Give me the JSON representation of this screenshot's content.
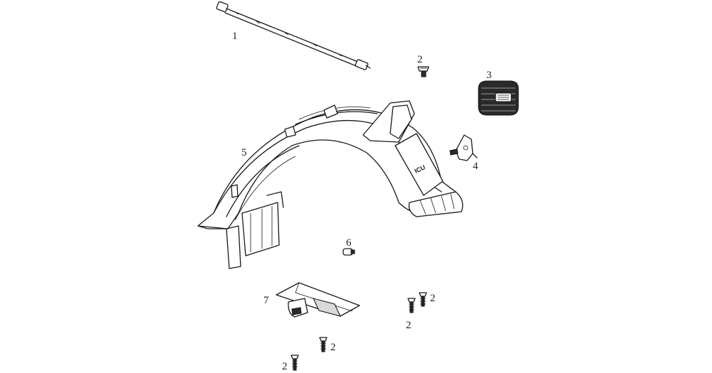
{
  "labels": {
    "p1": "1",
    "p2a": "2",
    "p3": "3",
    "p4": "4",
    "p5": "5",
    "p6": "6",
    "p7": "7",
    "p2b": "2",
    "p2c": "2",
    "p2d": "2",
    "p2e": "2"
  },
  "colors": {
    "line": "#1a1a1a",
    "background": "#ffffff"
  }
}
